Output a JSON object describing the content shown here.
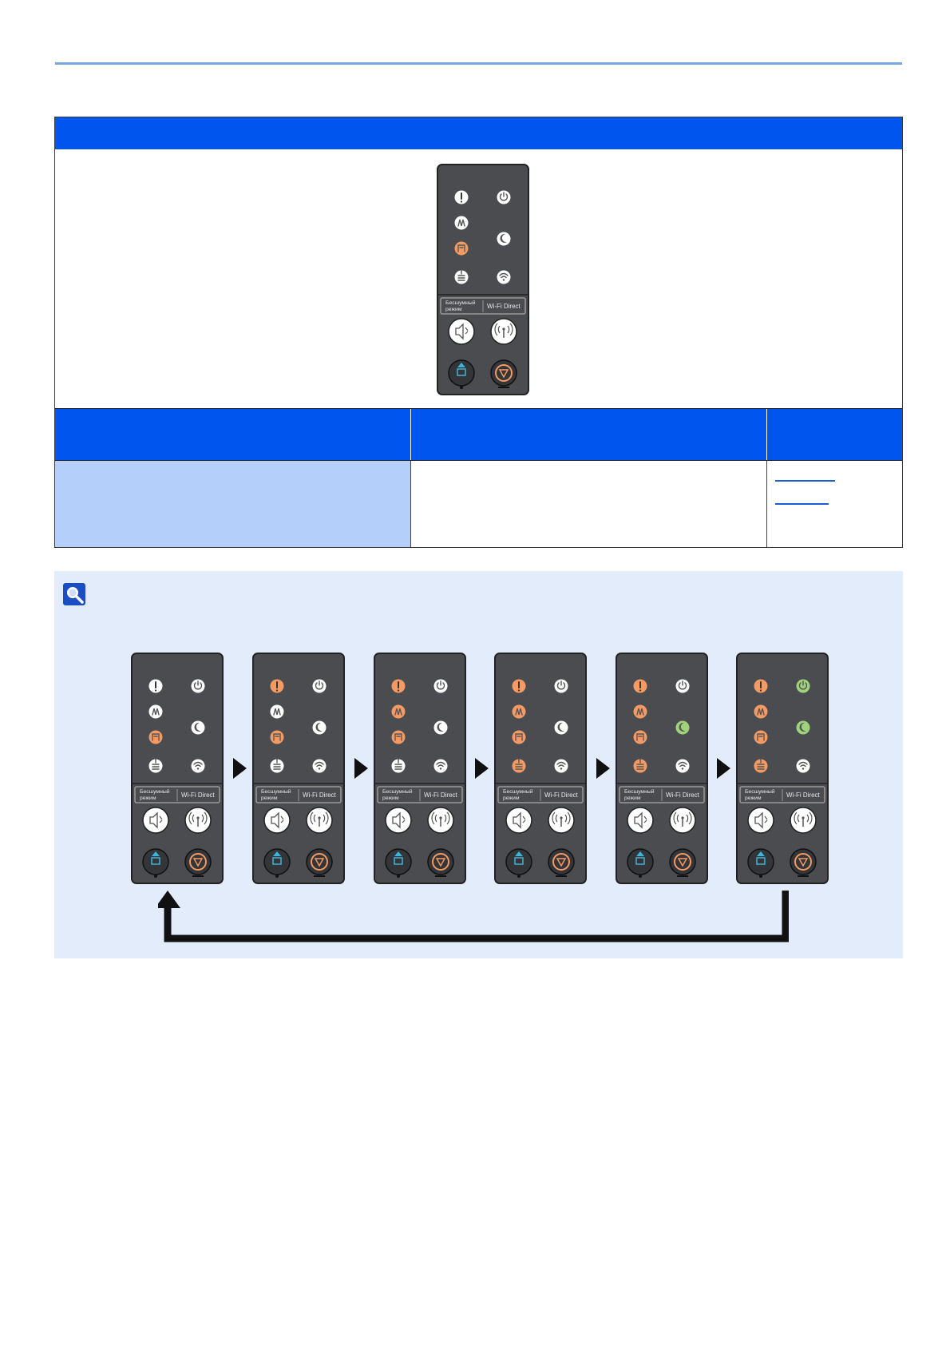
{
  "panel_labels": {
    "quiet_mode": "Бесшумный режим",
    "quiet_line1": "Бесшумный",
    "quiet_line2": "режим",
    "wifi_direct": "Wi-Fi Direct"
  },
  "colors": {
    "header_blue": "#0055ee",
    "row_light_blue": "#b3cffa",
    "note_background": "#e3ecfb",
    "panel_body": "#4a4c50",
    "led_off": "#ffffff",
    "led_orange": "#f59a63",
    "led_green": "#9fd27a",
    "start_icon": "#3fb4d8"
  },
  "sequence": {
    "main_panel": {
      "attention": "off",
      "paper_jam": "off",
      "toner": "orange",
      "paper": "off",
      "ready": "off",
      "sleep": "off"
    },
    "steps": [
      {
        "attention": "off",
        "paper_jam": "off",
        "toner": "orange",
        "paper": "off",
        "ready": "off",
        "sleep": "off"
      },
      {
        "attention": "orange",
        "paper_jam": "off",
        "toner": "orange",
        "paper": "off",
        "ready": "off",
        "sleep": "off"
      },
      {
        "attention": "orange",
        "paper_jam": "orange",
        "toner": "orange",
        "paper": "off",
        "ready": "off",
        "sleep": "off"
      },
      {
        "attention": "orange",
        "paper_jam": "orange",
        "toner": "orange",
        "paper": "orange",
        "ready": "off",
        "sleep": "off"
      },
      {
        "attention": "orange",
        "paper_jam": "orange",
        "toner": "orange",
        "paper": "orange",
        "ready": "off",
        "sleep": "green"
      },
      {
        "attention": "orange",
        "paper_jam": "orange",
        "toner": "orange",
        "paper": "orange",
        "ready": "green",
        "sleep": "green"
      }
    ]
  }
}
